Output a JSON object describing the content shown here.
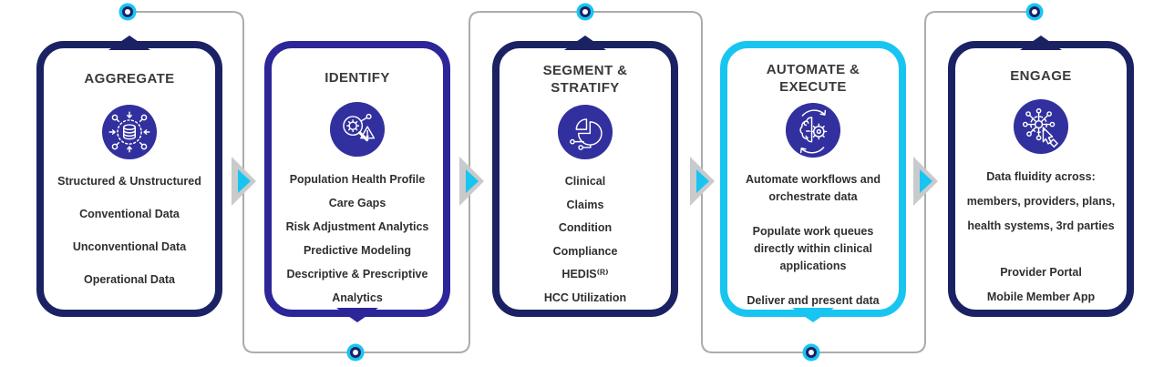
{
  "colors": {
    "navy": "#1B2264",
    "indigo": "#2C2699",
    "cyan": "#18C5F1",
    "icon_circle": "#32309F",
    "connector_line": "#ACACAC",
    "arrow_gray": "#C9CACC",
    "title_text": "#3A3A3C",
    "body_text": "#2F2F31"
  },
  "cards": [
    {
      "title": "AGGREGATE",
      "icon": "aggregate-icon",
      "accent": "#1B2264",
      "items": [
        "Structured & Unstructured",
        "Conventional Data",
        "Unconventional Data",
        "Operational Data"
      ]
    },
    {
      "title": "IDENTIFY",
      "icon": "identify-icon",
      "accent": "#2C2699",
      "items": [
        "Population Health Profile",
        "Care Gaps",
        "Risk Adjustment Analytics",
        "Predictive Modeling",
        "Descriptive & Prescriptive\nAnalytics"
      ]
    },
    {
      "title": "SEGMENT & STRATIFY",
      "icon": "segment-stratify-icon",
      "accent": "#1B2264",
      "items": [
        "Clinical",
        "Claims",
        "Condition",
        "Compliance",
        "HEDIS⁽ᴿ⁾",
        "HCC Utilization"
      ]
    },
    {
      "title": "AUTOMATE & EXECUTE",
      "icon": "automate-execute-icon",
      "accent": "#18C5F1",
      "items": [
        "Automate workflows and\norchestrate data",
        "Populate work queues\ndirectly within clinical\napplications",
        "Deliver and present data"
      ]
    },
    {
      "title": "ENGAGE",
      "icon": "engage-icon",
      "accent": "#1B2264",
      "items": [
        "Data fluidity across:\nmembers, providers, plans,\nhealth systems, 3rd parties",
        "Provider Portal",
        "Mobile Member App"
      ]
    }
  ]
}
